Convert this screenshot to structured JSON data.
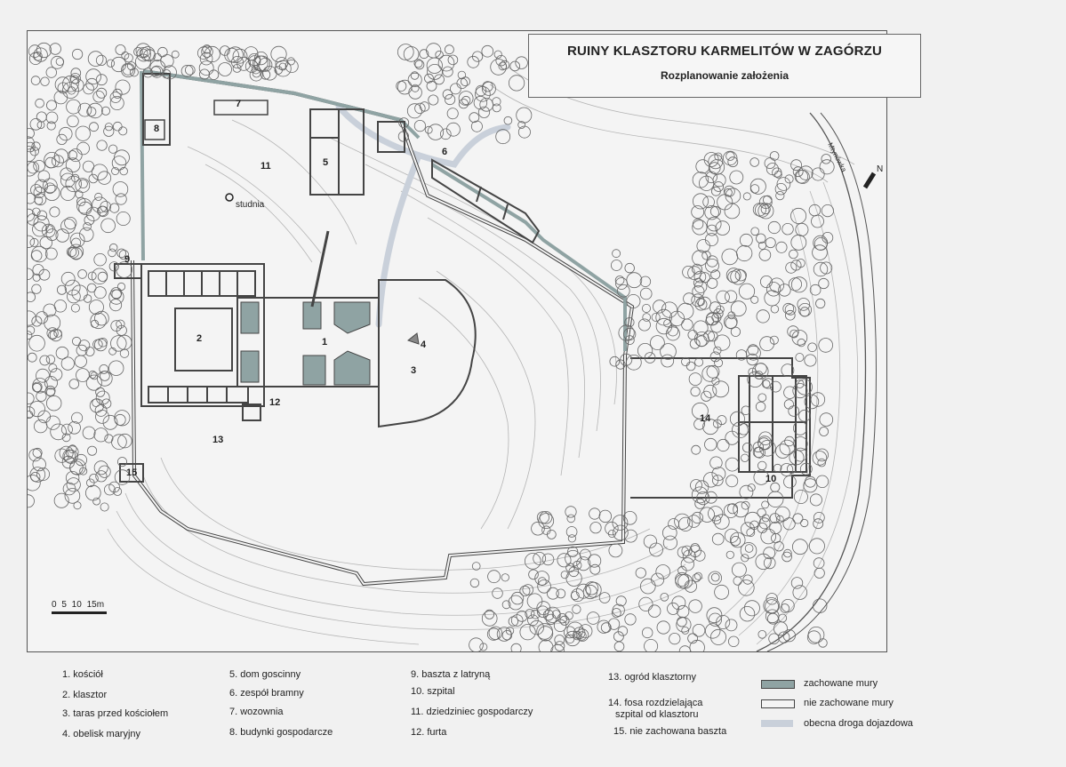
{
  "title": {
    "main": "RUINY KLASZTORU KARMELITÓW W ZAGÓRZU",
    "subtitle": "Rozplanowanie założenia"
  },
  "map_labels": {
    "n1": "1",
    "n2": "2",
    "n3": "3",
    "n4": "4",
    "n5": "5",
    "n6": "6",
    "n7": "7",
    "n8": "8",
    "n9": "9",
    "n10": "10",
    "n11": "11",
    "n12": "12",
    "n13": "13",
    "n14": "14",
    "n15": "15",
    "well": "studnia",
    "river": "Mtynówka",
    "north": "N"
  },
  "scale": {
    "label": "0 5 10 15m"
  },
  "legend_items": [
    "1. kościół",
    "2. klasztor",
    "3. taras przed kościołem",
    "4. obelisk maryjny",
    "5. dom goscinny",
    "6. zespół bramny",
    "7. wozownia",
    "8. budynki gospodarcze",
    "9. baszta z latryną",
    "10. szpital",
    "11. dziedziniec gospodarczy",
    "12. furta",
    "13. ogród klasztorny",
    "14. fosa rozdzielająca",
    "szpital od klasztoru",
    "15. nie zachowana baszta"
  ],
  "key": {
    "preserved": "zachowane mury",
    "not_preserved": "nie zachowane mury",
    "road": "obecna droga dojazdowa"
  },
  "colors": {
    "preserved_wall": "#8fa3a3",
    "road": "#c9d0da",
    "line": "#444444"
  }
}
